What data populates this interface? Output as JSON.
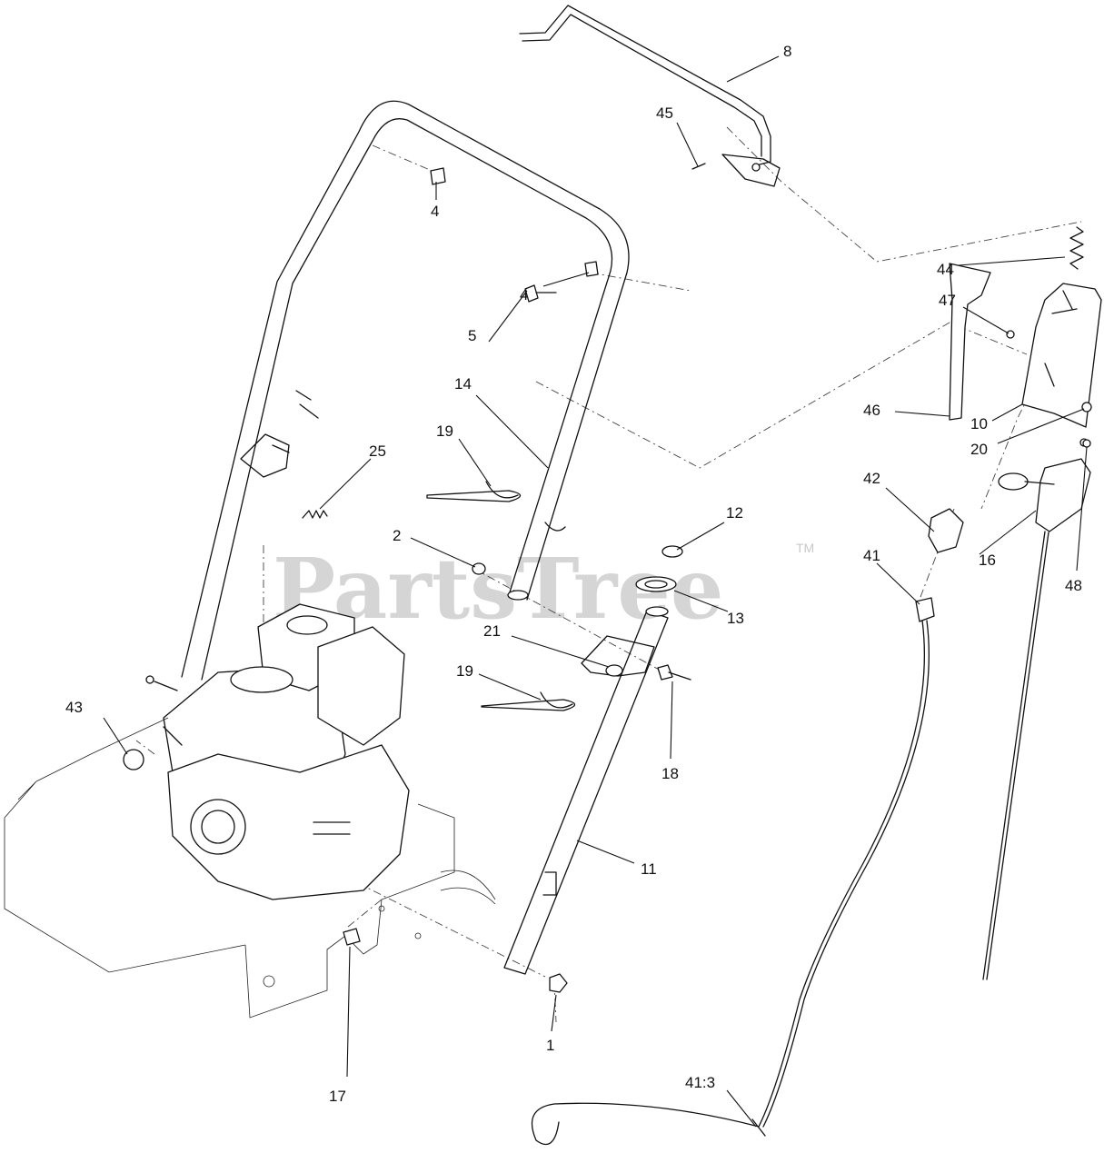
{
  "watermark": {
    "brand": "PartsTree",
    "trademark": "TM"
  },
  "callouts": [
    {
      "id": "c8",
      "label": "8"
    },
    {
      "id": "c45",
      "label": "45"
    },
    {
      "id": "c4a",
      "label": "4"
    },
    {
      "id": "c4b",
      "label": "4"
    },
    {
      "id": "c44",
      "label": "44"
    },
    {
      "id": "c47",
      "label": "47"
    },
    {
      "id": "c5",
      "label": "5"
    },
    {
      "id": "c14",
      "label": "14"
    },
    {
      "id": "c46",
      "label": "46"
    },
    {
      "id": "c10",
      "label": "10"
    },
    {
      "id": "c20",
      "label": "20"
    },
    {
      "id": "c19a",
      "label": "19"
    },
    {
      "id": "c25",
      "label": "25"
    },
    {
      "id": "c42",
      "label": "42"
    },
    {
      "id": "c12",
      "label": "12"
    },
    {
      "id": "c2",
      "label": "2"
    },
    {
      "id": "c41",
      "label": "41"
    },
    {
      "id": "c16",
      "label": "16"
    },
    {
      "id": "c48",
      "label": "48"
    },
    {
      "id": "c13",
      "label": "13"
    },
    {
      "id": "c21",
      "label": "21"
    },
    {
      "id": "c19b",
      "label": "19"
    },
    {
      "id": "c43",
      "label": "43"
    },
    {
      "id": "c18",
      "label": "18"
    },
    {
      "id": "c11",
      "label": "11"
    },
    {
      "id": "c1",
      "label": "1"
    },
    {
      "id": "c17",
      "label": "17"
    },
    {
      "id": "c413",
      "label": "41:3"
    }
  ]
}
